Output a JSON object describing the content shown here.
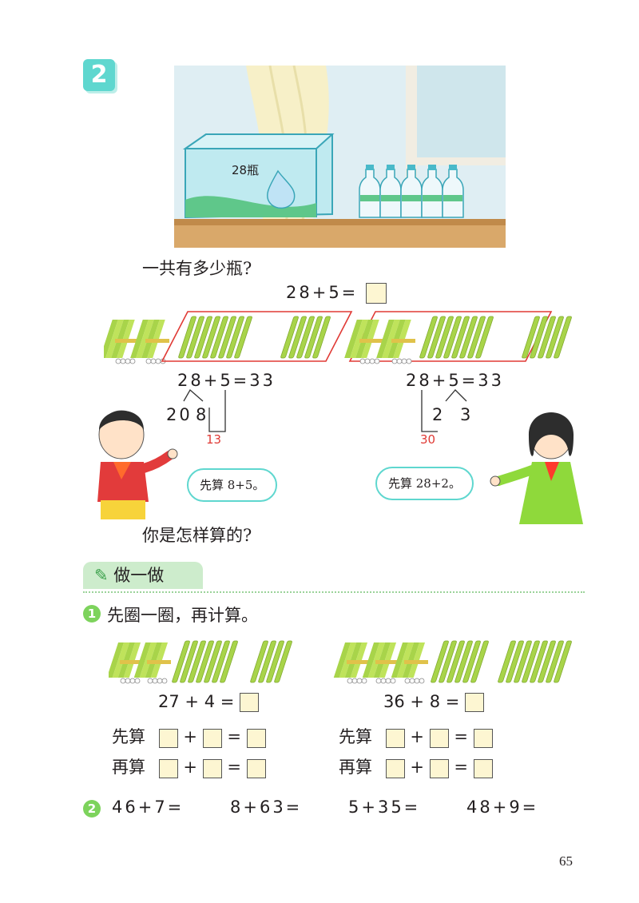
{
  "example_number": "2",
  "scene": {
    "box_label": "28瓶"
  },
  "question": "一共有多少瓶?",
  "problem_equation": "28+5=",
  "method_left": {
    "equation": "28+5=33",
    "split_tens": "20",
    "split_ones": "8",
    "partial_sum": "13",
    "speech": "先算 8+5。"
  },
  "method_right": {
    "equation": "28+5=33",
    "split_a": "2",
    "split_b": "3",
    "partial_sum": "30",
    "speech": "先算 28+2。"
  },
  "prompt_how": "你是怎样算的?",
  "practice_tab": "做一做",
  "exercise1": {
    "number": "1",
    "instruction": "先圈一圈，再计算。",
    "left": {
      "equation_a": "27",
      "equation_b": "4",
      "first_label": "先算",
      "then_label": "再算"
    },
    "right": {
      "equation_a": "36",
      "equation_b": "8",
      "first_label": "先算",
      "then_label": "再算"
    }
  },
  "exercise2": {
    "number": "2",
    "items": [
      "46+7=",
      "8+63=",
      "5+35=",
      "48+9="
    ]
  },
  "page_number": "65",
  "colors": {
    "accent": "#5fd7cf",
    "red": "#e03a35",
    "stick_green": "#a8d44a",
    "tab_green": "#cdeccc"
  }
}
